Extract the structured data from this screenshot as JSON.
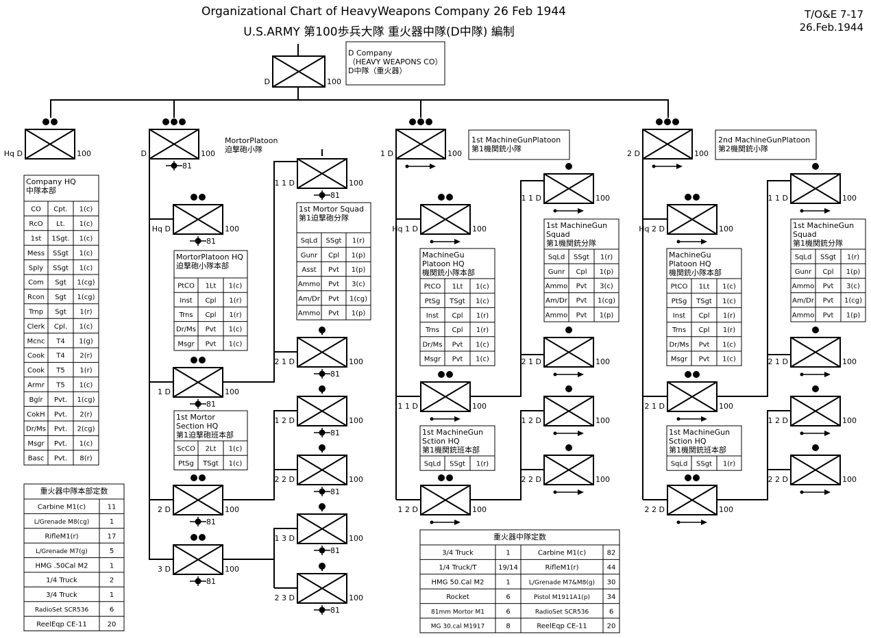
{
  "title": {
    "line1": "Organizational Chart of HeavyWeapons Company   26 Feb 1944",
    "line2": "U.S.ARMY 第100歩兵大隊 重火器中隊(D中隊) 編制"
  },
  "toe": {
    "line1": "T/O&E 7-17",
    "line2": "26.Feb.1944"
  },
  "top_unit": {
    "designation": "D",
    "parent": "100",
    "caption": [
      "D Company",
      "（HEAVY WEAPONS CO）",
      "D中隊（重火器）"
    ]
  },
  "company_hq": {
    "designation": "Hq D",
    "parent": "100",
    "title": [
      "Company HQ",
      "中隊本部"
    ],
    "rows": [
      [
        "CO",
        "Cpt.",
        "1(c)"
      ],
      [
        "RcO",
        "Lt.",
        "1(c)"
      ],
      [
        "1st",
        "1Sgt.",
        "1(c)"
      ],
      [
        "Mess",
        "SSgt",
        "1(c)"
      ],
      [
        "Sply",
        "SSgt",
        "1(c)"
      ],
      [
        "Com",
        "Sgt",
        "1(cg)"
      ],
      [
        "Rcon",
        "Sgt",
        "1(cg)"
      ],
      [
        "Trnp",
        "Sgt",
        "1(r)"
      ],
      [
        "Clerk",
        "Cpl.",
        "1(c)"
      ],
      [
        "Mcnc",
        "T4",
        "1(g)"
      ],
      [
        "Cook",
        "T4",
        "2(r)"
      ],
      [
        "Cook",
        "T5",
        "1(r)"
      ],
      [
        "Armr",
        "T5",
        "1(c)"
      ],
      [
        "Bglr",
        "Pvt.",
        "1(cg)"
      ],
      [
        "CokH",
        "Pvt.",
        "2(r)"
      ],
      [
        "Dr/Ms",
        "Pvt.",
        "2(cg)"
      ],
      [
        "Msgr",
        "Pvt.",
        "1(c)"
      ],
      [
        "Basc",
        "Pvt.",
        "8(r)"
      ]
    ]
  },
  "hq_equipment": {
    "title": "重火器中隊本部定数",
    "rows": [
      [
        "Carbine M1(c)",
        "11"
      ],
      [
        "L/Grenade M8(cg)",
        "1"
      ],
      [
        "RifleM1(r)",
        "17"
      ],
      [
        "L/Grenade M7(g)",
        "5"
      ],
      [
        "HMG .50Cal M2",
        "1"
      ],
      [
        "1/4 Truck",
        "2"
      ],
      [
        "3/4 Truck",
        "1"
      ],
      [
        "RadioSet SCR536",
        "6"
      ],
      [
        "ReelEqp CE-11",
        "20"
      ]
    ]
  },
  "mortar_platoon": {
    "designation": "D",
    "parent": "100",
    "weapon": "81",
    "caption": [
      "MortorPlatoon",
      "迫撃砲小隊"
    ],
    "hq_designation": "Hq D",
    "hq_parent": "100",
    "hq_weapon": "81",
    "hq_title": [
      "MortorPlatoon HQ",
      "迫撃砲小隊本部"
    ],
    "hq_rows": [
      [
        "PtCO",
        "1Lt",
        "1(c)"
      ],
      [
        "Inst",
        "Cpl",
        "1(r)"
      ],
      [
        "Trns",
        "Cpl",
        "1(r)"
      ],
      [
        "Dr/Ms",
        "Pvt",
        "1(c)"
      ],
      [
        "Msgr",
        "Pvt",
        "1(c)"
      ]
    ],
    "sections": [
      {
        "designation": "1 D",
        "parent": "100",
        "weapon": "81"
      },
      {
        "designation": "2 D",
        "parent": "100",
        "weapon": "81"
      },
      {
        "designation": "3 D",
        "parent": "100",
        "weapon": "81"
      }
    ],
    "section_hq_title": [
      "1st Mortor",
      "Section HQ",
      "第1迫撃砲班本部"
    ],
    "section_hq_rows": [
      [
        "ScCO",
        "2Lt",
        "1(c)"
      ],
      [
        "PtSg",
        "TSgt",
        "1(c)"
      ]
    ],
    "squads": [
      {
        "designation": "1 1 D",
        "parent": "100",
        "weapon": "81"
      },
      {
        "designation": "2 1 D",
        "parent": "100",
        "weapon": "81"
      },
      {
        "designation": "1 2 D",
        "parent": "100",
        "weapon": "81"
      },
      {
        "designation": "2 2 D",
        "parent": "100",
        "weapon": "81"
      },
      {
        "designation": "1 3 D",
        "parent": "100",
        "weapon": "81"
      },
      {
        "designation": "2 3 D",
        "parent": "100",
        "weapon": "81"
      }
    ],
    "squad_title": [
      "1st Mortor Squad",
      "第1迫撃砲分隊"
    ],
    "squad_rows": [
      [
        "SqLd",
        "SSgt",
        "1(r)"
      ],
      [
        "Gunr",
        "Cpl",
        "1(p)"
      ],
      [
        "Asst",
        "Pvt",
        "1(p)"
      ],
      [
        "Ammo",
        "Pvt",
        "3(c)"
      ],
      [
        "Am/Dr",
        "Pvt",
        "1(cg)"
      ],
      [
        "Ammo",
        "Pvt",
        "1(p)"
      ]
    ]
  },
  "mg_platoons": [
    {
      "designation": "1 D",
      "parent": "100",
      "caption": [
        "1st MachineGunPlatoon",
        "第1機関銃小隊"
      ],
      "hq_designation": "Hq 1 D",
      "hq_parent": "100",
      "hq_title": [
        "MachineGu",
        "Platoon HQ",
        "機関銃小隊本部"
      ],
      "hq_rows": [
        [
          "PtCO",
          "1Lt",
          "1(c)"
        ],
        [
          "PtSg",
          "TSgt",
          "1(c)"
        ],
        [
          "Inst",
          "Cpl",
          "1(r)"
        ],
        [
          "Trns",
          "Cpl",
          "1(r)"
        ],
        [
          "Dr/Ms",
          "Pvt",
          "1(c)"
        ],
        [
          "Msgr",
          "Pvt",
          "1(c)"
        ]
      ],
      "sections": [
        {
          "designation": "1 1 D",
          "parent": "100"
        },
        {
          "designation": "1 2 D",
          "parent": "100"
        }
      ],
      "section_hq_title": [
        "1st MachineGun",
        "Sction HQ",
        "第1機関銃班本部"
      ],
      "section_hq_rows": [
        [
          "SqLd",
          "SSgt",
          "1(r)"
        ]
      ],
      "squads": [
        {
          "designation": "1 1 D",
          "parent": "100"
        },
        {
          "designation": "2 1 D",
          "parent": "100"
        },
        {
          "designation": "1 2 D",
          "parent": "100"
        },
        {
          "designation": "2 2 D",
          "parent": "100"
        }
      ],
      "squad_title": [
        "1st MachineGun",
        "Squad",
        "第1機関銃分隊"
      ],
      "squad_rows": [
        [
          "SqLd",
          "SSgt",
          "1(r)"
        ],
        [
          "Gunr",
          "Cpl",
          "1(p)"
        ],
        [
          "Ammo",
          "Pvt",
          "3(c)"
        ],
        [
          "Am/Dr",
          "Pvt",
          "1(cg)"
        ],
        [
          "Ammo",
          "Pvt",
          "1(p)"
        ]
      ]
    },
    {
      "designation": "2 D",
      "parent": "100",
      "caption": [
        "2nd MachineGunPlatoon",
        "第2機関銃小隊"
      ],
      "hq_designation": "Hq 2 D",
      "hq_parent": "100",
      "hq_title": [
        "MachineGu",
        "Platoon HQ",
        "機関銃小隊本部"
      ],
      "hq_rows": [
        [
          "PtCO",
          "1Lt",
          "1(c)"
        ],
        [
          "PtSg",
          "TSgt",
          "1(c)"
        ],
        [
          "Inst",
          "Cpl",
          "1(r)"
        ],
        [
          "Trns",
          "Cpl",
          "1(r)"
        ],
        [
          "Dr/Ms",
          "Pvt",
          "1(c)"
        ],
        [
          "Msgr",
          "Pvt",
          "1(c)"
        ]
      ],
      "sections": [
        {
          "designation": "2 1 D",
          "parent": "100"
        },
        {
          "designation": "2 2 D",
          "parent": "100"
        }
      ],
      "section_hq_title": [
        "1st MachineGun",
        "Sction HQ",
        "第1機関銃班本部"
      ],
      "section_hq_rows": [
        [
          "SqLd",
          "SSgt",
          "1(r)"
        ]
      ],
      "squads": [
        {
          "designation": "1 1 D",
          "parent": "100"
        },
        {
          "designation": "2 1 D",
          "parent": "100"
        },
        {
          "designation": "1 2 D",
          "parent": "100"
        },
        {
          "designation": "2 2 D",
          "parent": "100"
        }
      ],
      "squad_title": [
        "1st MachineGun",
        "Squad",
        "第1機関銃分隊"
      ],
      "squad_rows": [
        [
          "SqLd",
          "SSgt",
          "1(r)"
        ],
        [
          "Gunr",
          "Cpl",
          "1(p)"
        ],
        [
          "Ammo",
          "Pvt",
          "3(c)"
        ],
        [
          "Am/Dr",
          "Pvt",
          "1(cg)"
        ],
        [
          "Ammo",
          "Pvt",
          "1(p)"
        ]
      ]
    }
  ],
  "company_totals": {
    "title": "重火器中隊定数",
    "rows": [
      [
        "3/4 Truck",
        "1",
        "Carbine M1(c)",
        "82"
      ],
      [
        "1/4 Truck/T",
        "19/14",
        "RifleM1(r)",
        "44"
      ],
      [
        "HMG 50.Cal M2",
        "1",
        "L/Grenade M7&M8(g)",
        "30"
      ],
      [
        "Rocket",
        "6",
        "Pistol M1911A1(p)",
        "34"
      ],
      [
        "81mm Mortor M1",
        "6",
        "RadioSet SCR536",
        "6"
      ],
      [
        "MG 30.cal M1917",
        "8",
        "ReelEqp CE-11",
        "20"
      ]
    ]
  }
}
